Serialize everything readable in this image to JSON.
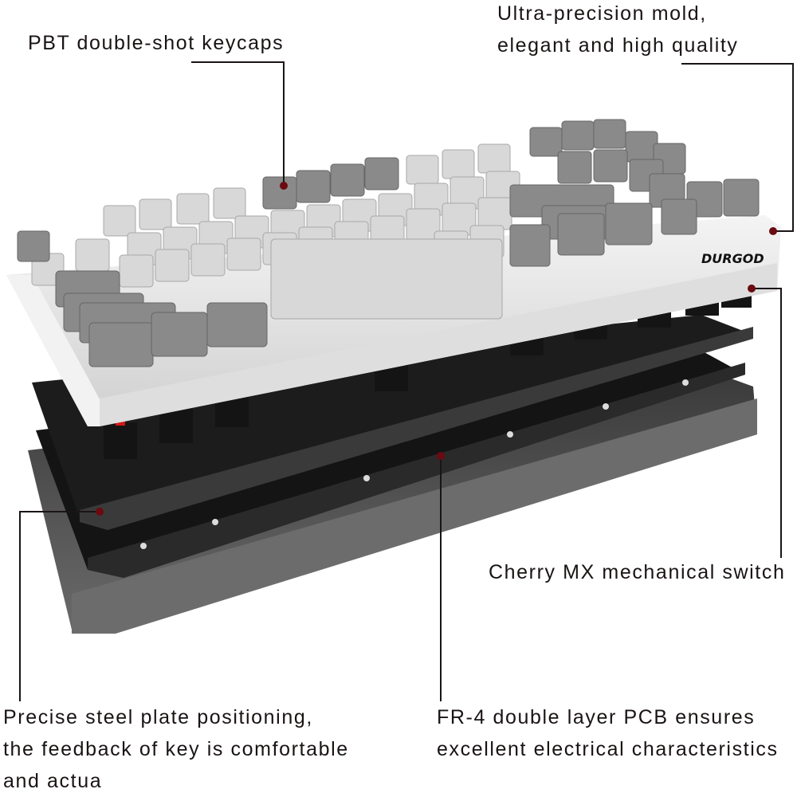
{
  "brand": {
    "name": "DURGOD"
  },
  "callouts": [
    {
      "id": "keycaps",
      "lines": [
        "PBT double-shot keycaps"
      ]
    },
    {
      "id": "mold",
      "lines": [
        "Ultra-precision mold,",
        "elegant and high quality"
      ]
    },
    {
      "id": "switch",
      "lines": [
        "Cherry MX mechanical switch"
      ]
    },
    {
      "id": "plate",
      "lines": [
        "Precise steel plate positioning,",
        "the feedback of key is comfortable",
        "and actua"
      ]
    },
    {
      "id": "pcb",
      "lines": [
        "FR-4 double layer PCB ensures",
        "excellent electrical characteristics"
      ]
    }
  ],
  "colors": {
    "text": "#1a1414",
    "leader_line": "#1a1414",
    "marker_dot": "#6b0a10",
    "keycap_light": "#d8d8d8",
    "keycap_dark": "#8a8a8a",
    "frame": "#e8e8e8",
    "switch_stem": "#d01818",
    "switch_housing": "#141414",
    "plate": "#1c1c1c",
    "case": "#555555"
  }
}
